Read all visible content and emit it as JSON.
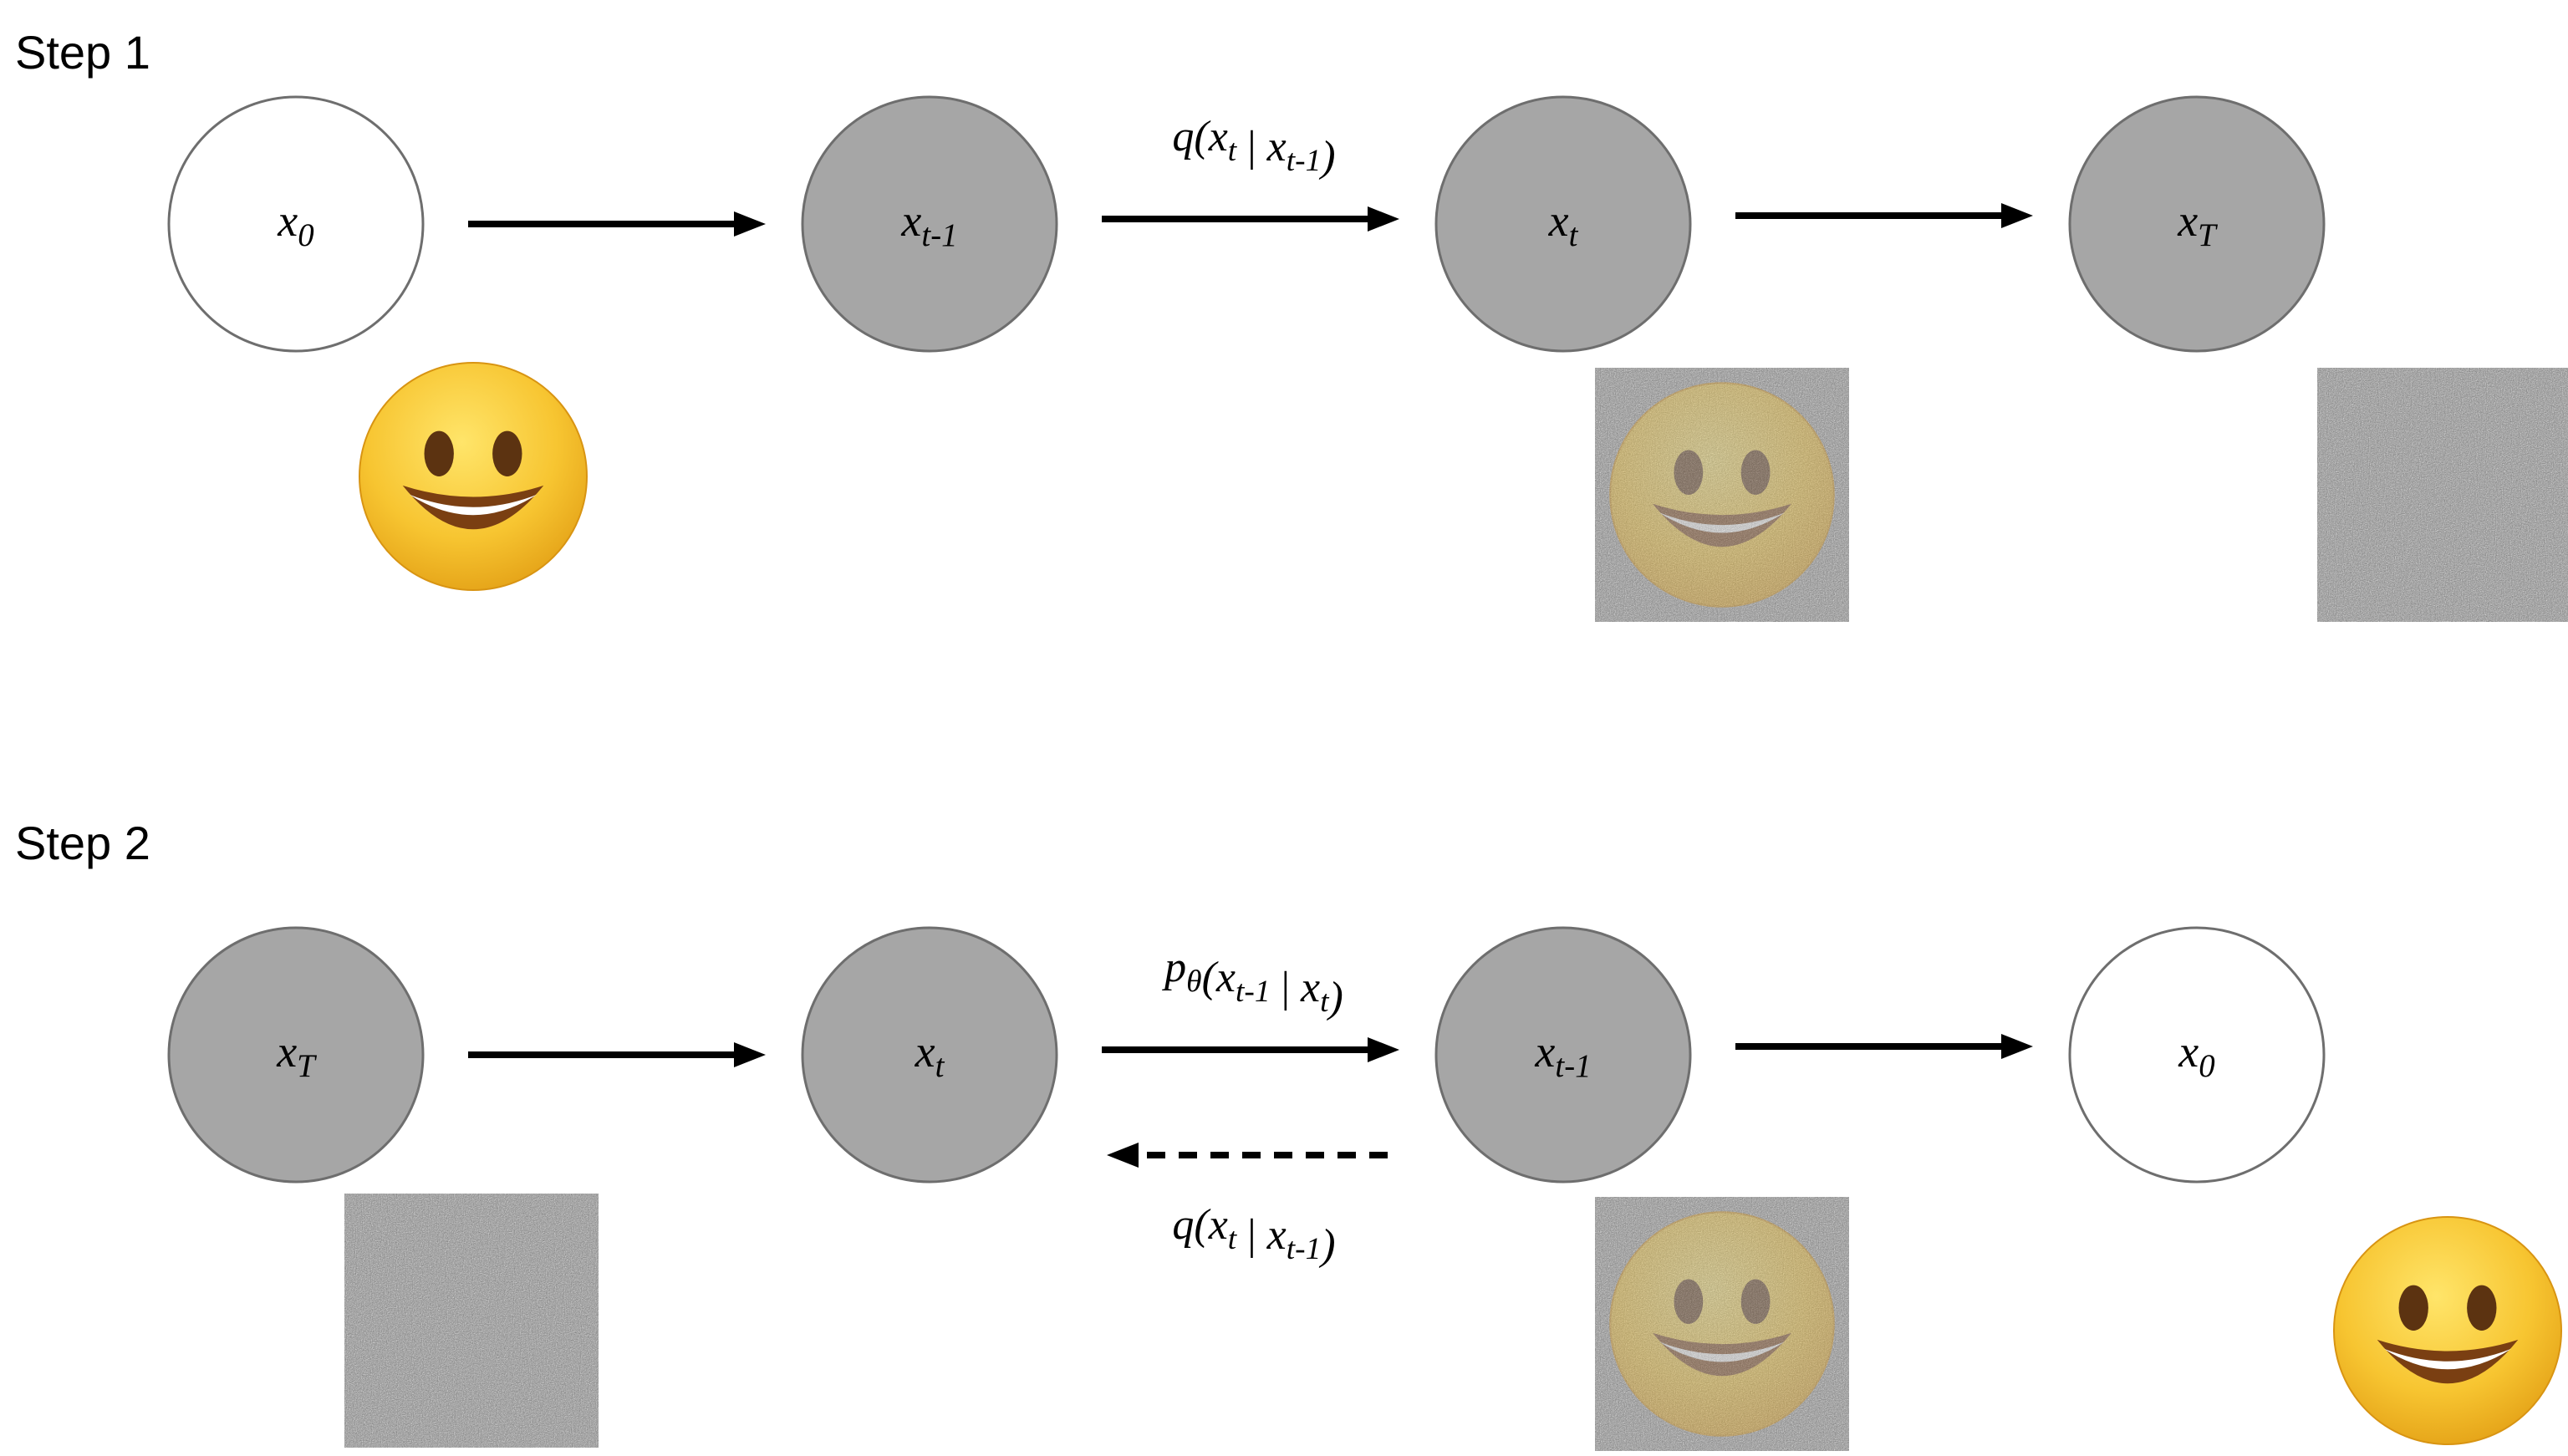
{
  "steps": [
    {
      "title": "Step 1",
      "nodes": [
        {
          "var": "x",
          "sub": "0",
          "filled": false
        },
        {
          "var": "x",
          "sub": "t-1",
          "filled": true
        },
        {
          "var": "x",
          "sub": "t",
          "filled": true
        },
        {
          "var": "x",
          "sub": "T",
          "filled": true
        }
      ],
      "edge_label": {
        "var": "q",
        "sub": "",
        "arg": "x",
        "arg_sub": "t",
        "cond": "x",
        "cond_sub": "t-1"
      },
      "images": [
        "clean",
        "noisy",
        "noise"
      ]
    },
    {
      "title": "Step 2",
      "nodes": [
        {
          "var": "x",
          "sub": "T",
          "filled": true
        },
        {
          "var": "x",
          "sub": "t",
          "filled": true
        },
        {
          "var": "x",
          "sub": "t-1",
          "filled": true
        },
        {
          "var": "x",
          "sub": "0",
          "filled": false
        }
      ],
      "edge_label": {
        "var": "p",
        "sub": "θ",
        "arg": "x",
        "arg_sub": "t-1",
        "cond": "x",
        "cond_sub": "t"
      },
      "reverse_label": {
        "var": "q",
        "sub": "",
        "arg": "x",
        "arg_sub": "t",
        "cond": "x",
        "cond_sub": "t-1"
      },
      "images": [
        "noise",
        "noisy",
        "clean"
      ]
    }
  ],
  "colors": {
    "node_fill": "#a6a6a6",
    "node_stroke": "#6e6e6e",
    "arrow": "#000000",
    "emoji_face": "#f7c531",
    "emoji_mouth": "#7a3f12"
  }
}
